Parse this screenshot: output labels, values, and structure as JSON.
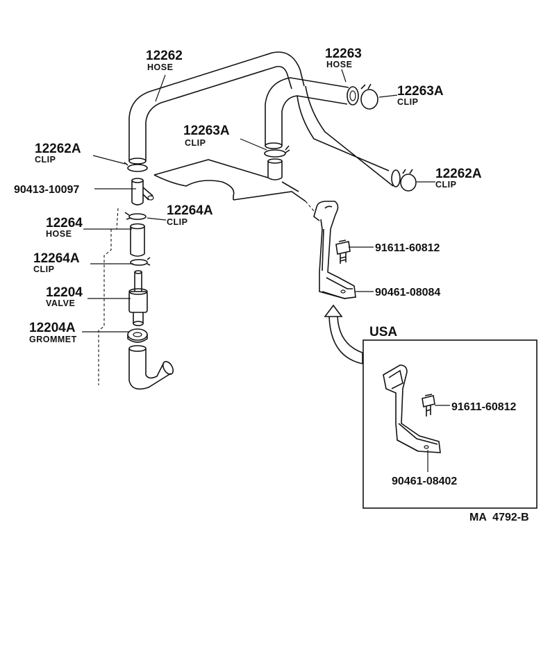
{
  "diagram_code": "MA  4792-B",
  "inset_title": "USA",
  "parts": {
    "hose_12262": {
      "number": "12262",
      "name": "HOSE"
    },
    "hose_12263": {
      "number": "12263",
      "name": "HOSE"
    },
    "clip_12263a_top": {
      "number": "12263A",
      "name": "CLIP"
    },
    "clip_12263a_mid": {
      "number": "12263A",
      "name": "CLIP"
    },
    "clip_12262a_left": {
      "number": "12262A",
      "name": "CLIP"
    },
    "clip_12262a_right": {
      "number": "12262A",
      "name": "CLIP"
    },
    "pipe_90413": {
      "number": "90413-10097"
    },
    "clip_12264a_upper": {
      "number": "12264A",
      "name": "CLIP"
    },
    "hose_12264": {
      "number": "12264",
      "name": "HOSE"
    },
    "clip_12264a_lower": {
      "number": "12264A",
      "name": "CLIP"
    },
    "valve_12204": {
      "number": "12204",
      "name": "VALVE"
    },
    "grommet_12204a": {
      "number": "12204A",
      "name": "GROMMET"
    },
    "bolt_main": {
      "number": "91611-60812"
    },
    "bracket_main": {
      "number": "90461-08084"
    },
    "bolt_usa": {
      "number": "91611-60812"
    },
    "bracket_usa": {
      "number": "90461-08402"
    }
  }
}
